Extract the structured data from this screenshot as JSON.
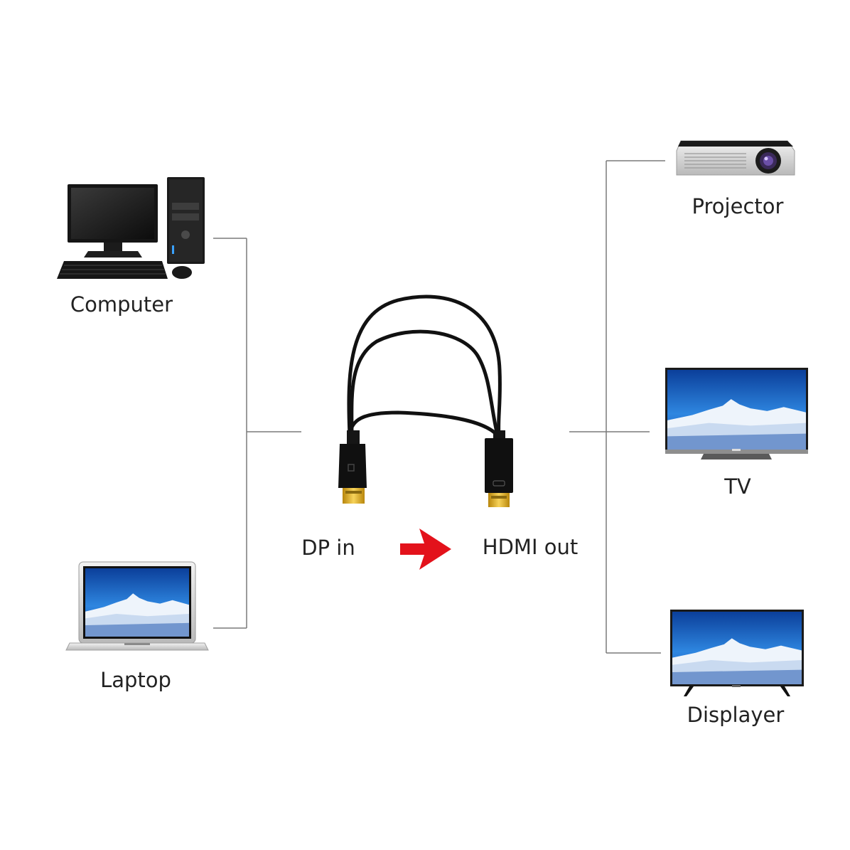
{
  "sources": [
    {
      "id": "computer",
      "label": "Computer",
      "icon": "desktop-computer-icon"
    },
    {
      "id": "laptop",
      "label": "Laptop",
      "icon": "laptop-icon"
    }
  ],
  "cable": {
    "input_label": "DP in",
    "output_label": "HDMI out",
    "arrow_icon": "red-right-arrow-icon",
    "input_connector_icon": "displayport-connector-icon",
    "output_connector_icon": "hdmi-connector-icon"
  },
  "outputs": [
    {
      "id": "projector",
      "label": "Projector",
      "icon": "projector-icon"
    },
    {
      "id": "tv",
      "label": "TV",
      "icon": "tv-icon"
    },
    {
      "id": "displayer",
      "label": "Displayer",
      "icon": "monitor-icon"
    }
  ],
  "colors": {
    "connector_line": "#7a7a7a",
    "arrow": "#e3121b",
    "cable": "#111111",
    "gold_plug": "#d9a521",
    "screen_sky": "#1e6fd0",
    "screen_snow": "#eef4fb",
    "text": "#222222"
  }
}
